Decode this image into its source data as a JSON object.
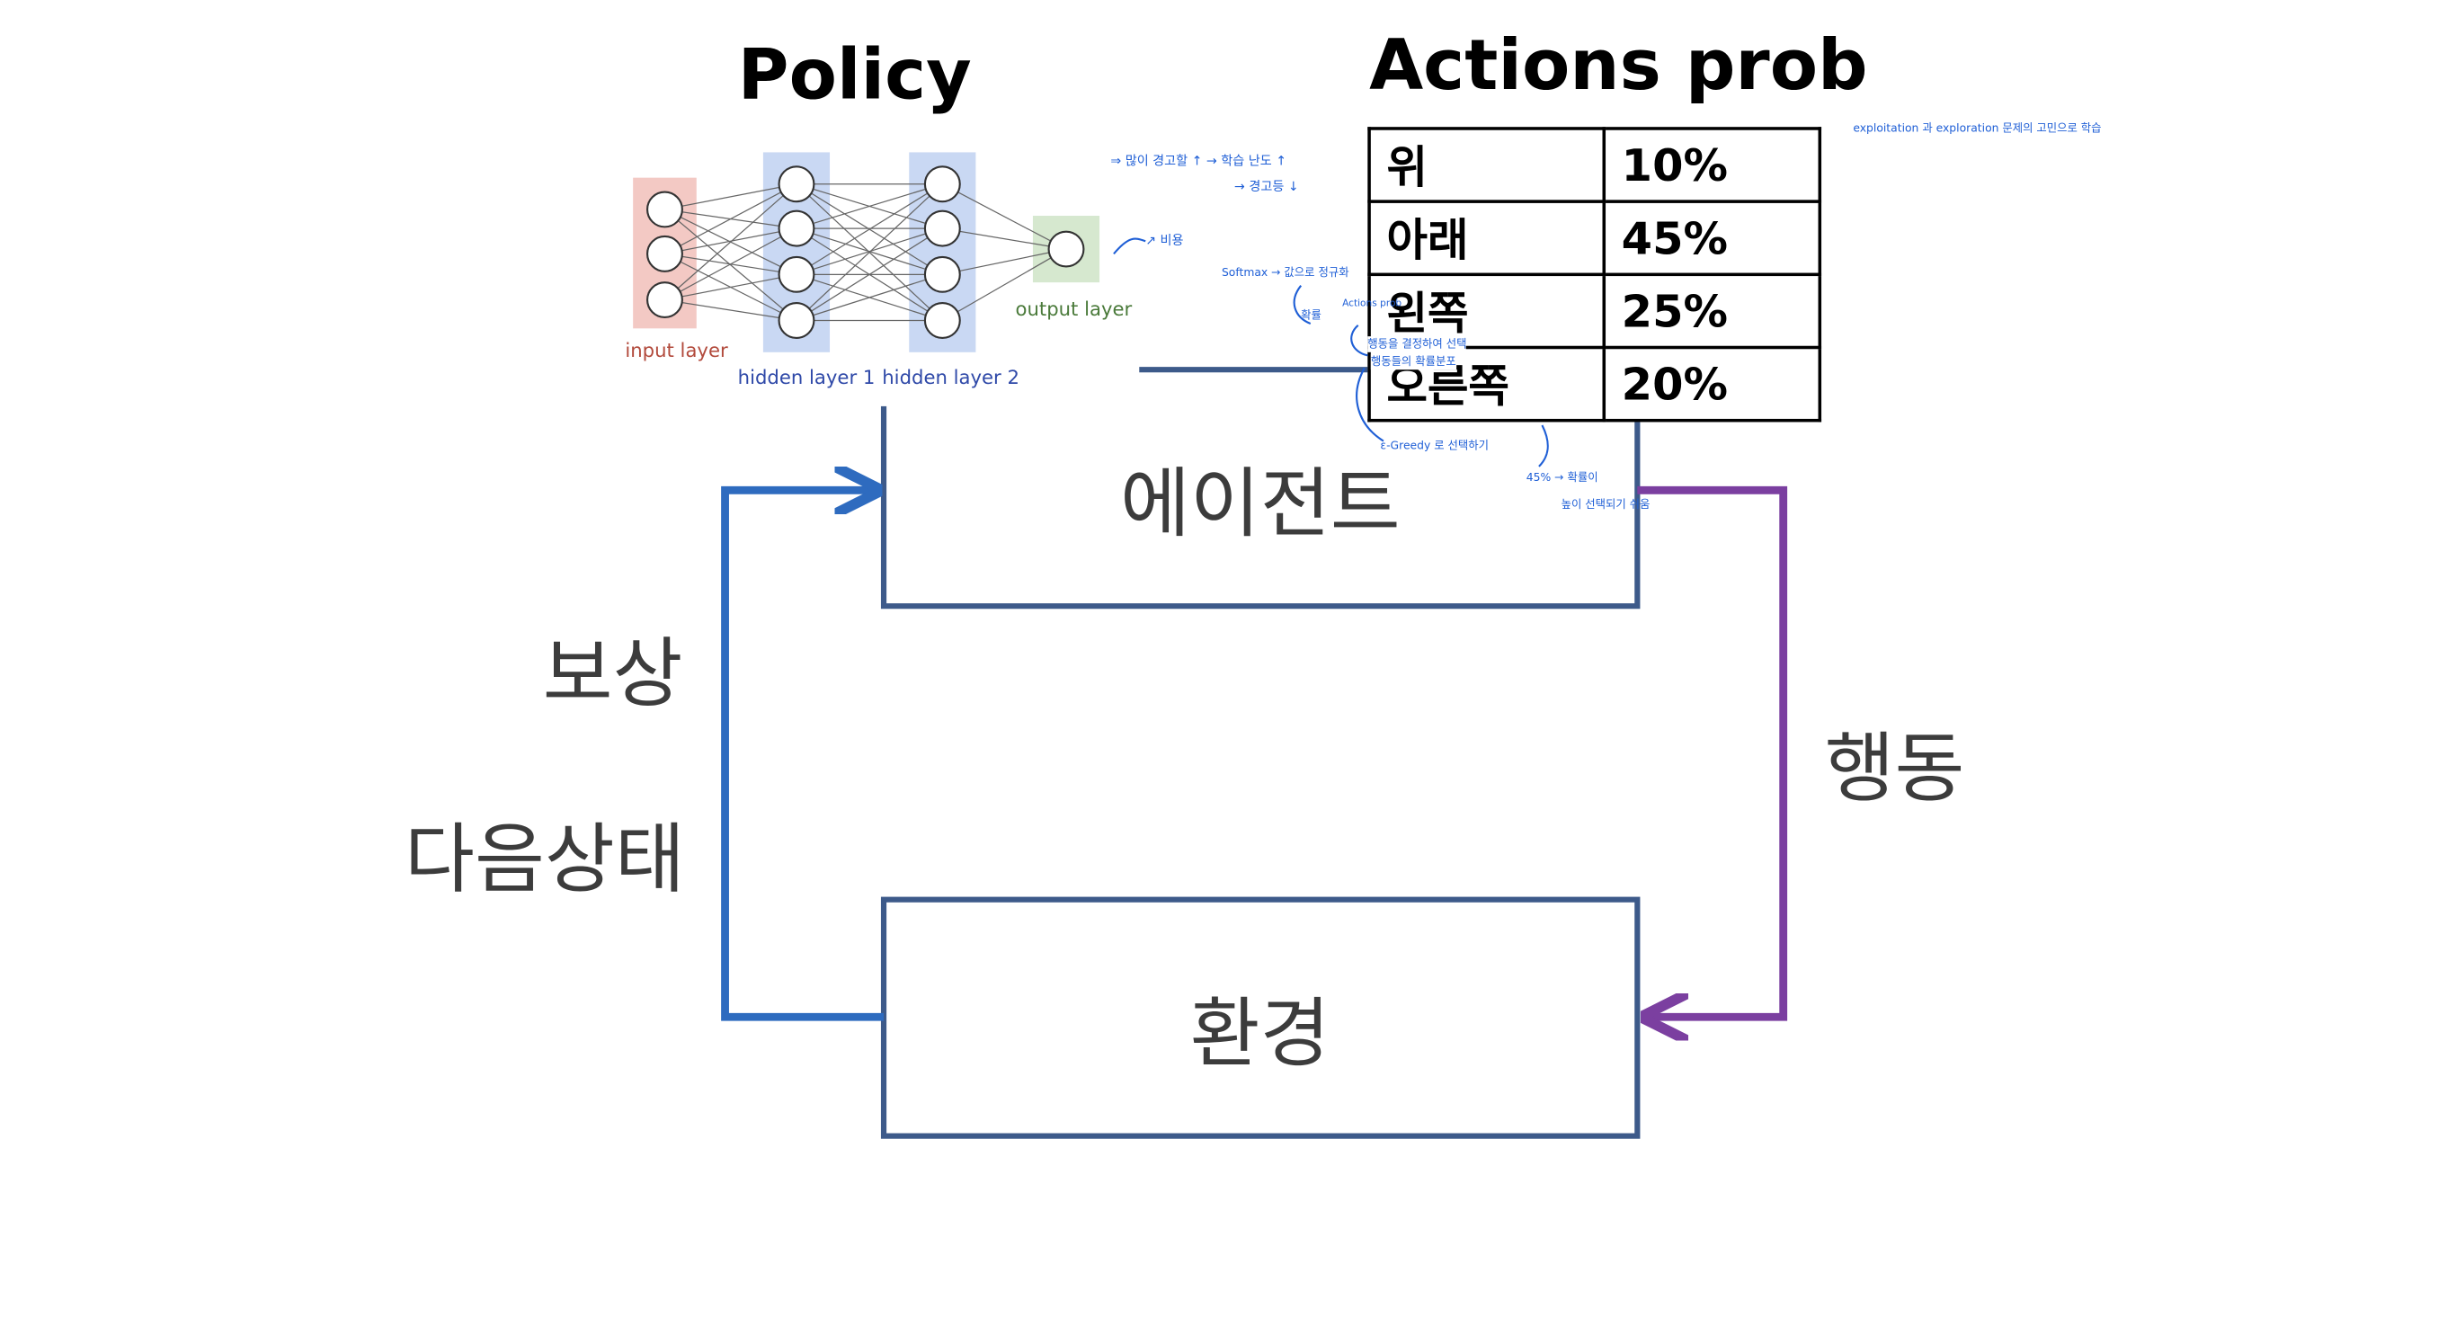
{
  "policy_title": "Policy",
  "actions_title": "Actions prob",
  "network": {
    "input_label": "input layer",
    "hidden1_label": "hidden layer 1",
    "hidden2_label": "hidden layer 2",
    "output_label": "output layer"
  },
  "actions_table": [
    {
      "action": "위",
      "prob": "10%"
    },
    {
      "action": "아래",
      "prob": "45%"
    },
    {
      "action": "왼쪽",
      "prob": "25%"
    },
    {
      "action": "오른쪽",
      "prob": "20%"
    }
  ],
  "agent_label": "에이전트",
  "environment_label": "환경",
  "reward_label": "보상",
  "next_state_label": "다음상태",
  "action_label": "행동",
  "annotations": {
    "note1": "⇒ 많이 경고할 ↑ → 학습 난도 ↑",
    "note2": "→ 경고등 ↓",
    "note3": "↗ 비용",
    "note4": "Softmax → 값으로 정규화",
    "note5": "확률",
    "note6": "Actions prob",
    "note7": "행동을 결정하여 선택",
    "note8": "행동들의 확률분포",
    "note9": "ε-Greedy 로 선택하기",
    "note10": "45% → 확률이",
    "note11": "높이 선택되기 쉬움",
    "note12": "exploitation 과 exploration 문제의 고민으로 학습"
  },
  "colors": {
    "box_border": "#3d5a8a",
    "reward_arrow": "#2e6bbf",
    "action_arrow": "#7b3fa0",
    "input_node_bg": "#f3c9c4",
    "hidden_node_bg": "#c9d8f3",
    "output_node_bg": "#d6e8cf",
    "annotation": "#1f5fd6"
  }
}
